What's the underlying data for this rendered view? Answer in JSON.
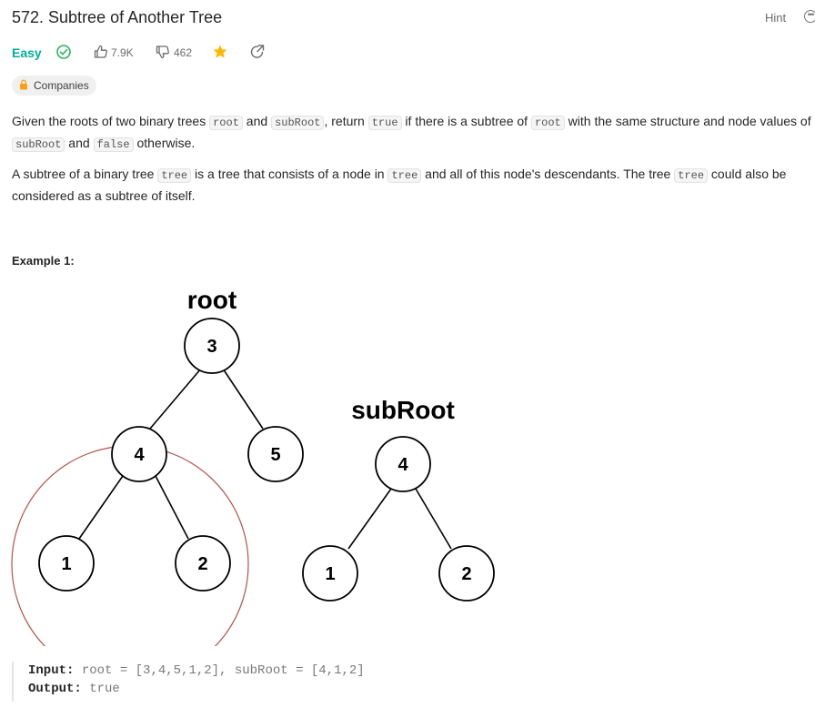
{
  "problem": {
    "title": "572. Subtree of Another Tree",
    "hint_label": "Hint",
    "difficulty": "Easy",
    "likes": "7.9K",
    "dislikes": "462",
    "companies_label": "Companies",
    "difficulty_color": "#00af9b",
    "star_color": "#ffb800"
  },
  "description": {
    "p1": {
      "t1": "Given the roots of two binary trees ",
      "c1": "root",
      "t2": " and ",
      "c2": "subRoot",
      "t3": ", return ",
      "c3": "true",
      "t4": " if there is a subtree of ",
      "c4": "root",
      "t5": " with the same structure and node values of ",
      "c5": "subRoot",
      "t6": " and ",
      "c6": "false",
      "t7": " otherwise."
    },
    "p2": {
      "t1": "A subtree of a binary tree ",
      "c1": "tree",
      "t2": " is a tree that consists of a node in ",
      "c2": "tree",
      "t3": " and all of this node's descendants. The tree ",
      "c3": "tree",
      "t4": " could also be",
      "line2": "considered as a subtree of itself."
    }
  },
  "example": {
    "title": "Example 1:",
    "diagram": {
      "root_label": "root",
      "subroot_label": "subRoot",
      "root_nodes": [
        "3",
        "4",
        "5",
        "1",
        "2"
      ],
      "subroot_nodes": [
        "4",
        "1",
        "2"
      ],
      "highlight_color": "#b5534a"
    },
    "input_key": "Input:",
    "input_value": "root = [3,4,5,1,2], subRoot = [4,1,2]",
    "output_key": "Output:",
    "output_value": "true"
  },
  "icons": [
    "solved-check-icon",
    "thumbs-up-icon",
    "thumbs-down-icon",
    "star-icon",
    "share-icon",
    "lock-icon",
    "more-icon"
  ]
}
